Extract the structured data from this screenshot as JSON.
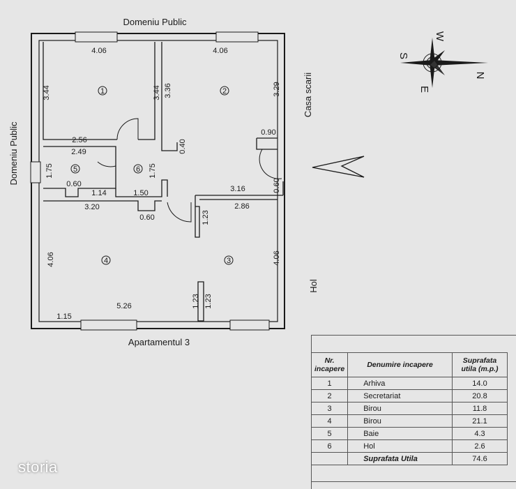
{
  "labels": {
    "top": "Domeniu Public",
    "left": "Domeniu Public",
    "right_top": "Casa scarii",
    "right_bottom": "Hol",
    "bottom": "Apartamentul 3"
  },
  "rooms": [
    "1",
    "2",
    "3",
    "4",
    "5",
    "6"
  ],
  "dimensions": {
    "r1_top": "4.06",
    "r1_left": "3.44",
    "r1_right": "3.44",
    "r1_bottom": "2.56",
    "r2_top": "4.06",
    "r2_left": "3.36",
    "r2_right": "3.29",
    "r2_right_wall": "0.90",
    "wall_040": "0.40",
    "r6_height": "1.75",
    "r5_top": "2.49",
    "r5_left": "1.75",
    "r5_bottom_a": "0.60",
    "r5_bottom_b": "1.14",
    "r6_bottom": "1.50",
    "corr_top": "3.16",
    "door_060": "0.60",
    "r3_top": "2.86",
    "r3_pillar": "1.23",
    "r4_top": "3.20",
    "r4_notch": "0.60",
    "r4_left": "4.06",
    "r3_right": "4.06",
    "r4_bottom": "5.26",
    "r4_bottom_left": "1.15",
    "r4_mid_a": "1.23",
    "r4_mid_b": "1.23"
  },
  "compass": {
    "n": "N",
    "s": "S",
    "e": "E",
    "w": "W"
  },
  "table": {
    "headers": {
      "nr": "Nr. incapere",
      "name": "Denumire incapere",
      "area": "Suprafata utila (m.p.)"
    },
    "rows": [
      {
        "nr": "1",
        "name": "Arhiva",
        "area": "14.0"
      },
      {
        "nr": "2",
        "name": "Secretariat",
        "area": "20.8"
      },
      {
        "nr": "3",
        "name": "Birou",
        "area": "11.8"
      },
      {
        "nr": "4",
        "name": "Birou",
        "area": "21.1"
      },
      {
        "nr": "5",
        "name": "Baie",
        "area": "4.3"
      },
      {
        "nr": "6",
        "name": "Hol",
        "area": "2.6"
      }
    ],
    "total_label": "Suprafata Utila",
    "total_value": "74.6"
  },
  "watermark": "storia"
}
